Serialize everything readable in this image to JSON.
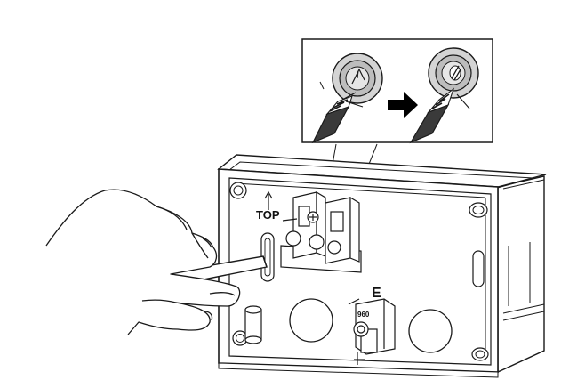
{
  "labels": {
    "top": "TOP",
    "earth": "E",
    "terminal_mark": "960"
  },
  "colors": {
    "line": "#1a1a1a",
    "grommet_fill": "#c8c8c8",
    "grommet_ring": "#9a9a9a",
    "arrow": "#000000",
    "box_fill": "#ffffff"
  },
  "icons": {
    "inset_arrow": "right-arrow-icon",
    "top_arrow": "up-arrow-icon",
    "screw": "screw-icon"
  }
}
